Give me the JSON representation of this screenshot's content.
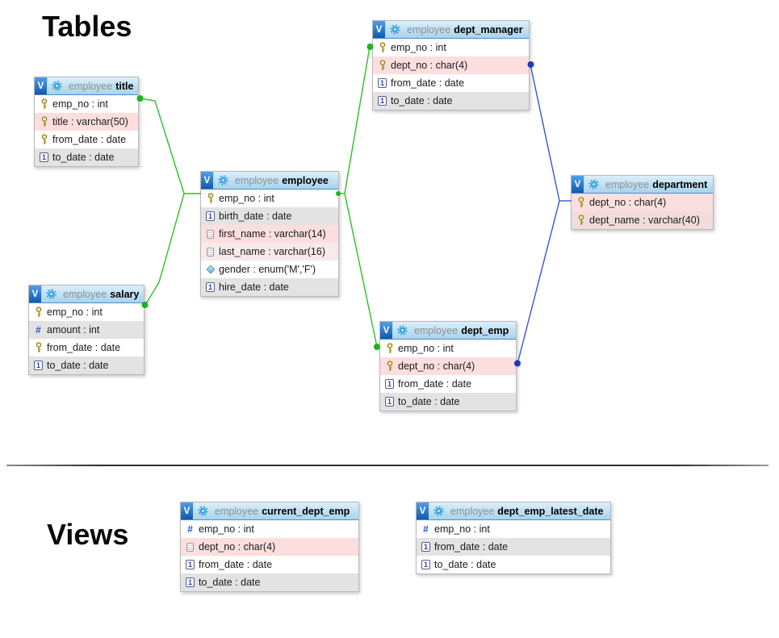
{
  "page": {
    "tables_heading": "Tables",
    "views_heading": "Views"
  },
  "icons": {
    "v_badge": "V",
    "date_box": "1",
    "hash": "#"
  },
  "colors": {
    "relationship_green": "#2fbe2f",
    "relationship_blue": "#3d55c6",
    "header_blue": "#b9dcf2",
    "row_gray": "#e3e3e3",
    "row_pink": "#fcdede"
  },
  "tables": [
    {
      "schema": "employee",
      "name": "title",
      "columns": [
        {
          "label": "emp_no : int",
          "icon": "key"
        },
        {
          "label": "title : varchar(50)",
          "icon": "key"
        },
        {
          "label": "from_date : date",
          "icon": "key"
        },
        {
          "label": "to_date : date",
          "icon": "date"
        }
      ]
    },
    {
      "schema": "employee",
      "name": "employee",
      "columns": [
        {
          "label": "emp_no : int",
          "icon": "key"
        },
        {
          "label": "birth_date : date",
          "icon": "date"
        },
        {
          "label": "first_name : varchar(14)",
          "icon": "text"
        },
        {
          "label": "last_name : varchar(16)",
          "icon": "text"
        },
        {
          "label": "gender : enum('M','F')",
          "icon": "enum"
        },
        {
          "label": "hire_date : date",
          "icon": "date"
        }
      ]
    },
    {
      "schema": "employee",
      "name": "salary",
      "columns": [
        {
          "label": "emp_no : int",
          "icon": "key"
        },
        {
          "label": "amount : int",
          "icon": "hash"
        },
        {
          "label": "from_date : date",
          "icon": "key"
        },
        {
          "label": "to_date : date",
          "icon": "date"
        }
      ]
    },
    {
      "schema": "employee",
      "name": "dept_manager",
      "columns": [
        {
          "label": "emp_no : int",
          "icon": "key"
        },
        {
          "label": "dept_no : char(4)",
          "icon": "key"
        },
        {
          "label": "from_date : date",
          "icon": "date"
        },
        {
          "label": "to_date : date",
          "icon": "date"
        }
      ]
    },
    {
      "schema": "employee",
      "name": "department",
      "columns": [
        {
          "label": "dept_no : char(4)",
          "icon": "key"
        },
        {
          "label": "dept_name : varchar(40)",
          "icon": "key"
        }
      ]
    },
    {
      "schema": "employee",
      "name": "dept_emp",
      "columns": [
        {
          "label": "emp_no : int",
          "icon": "key"
        },
        {
          "label": "dept_no : char(4)",
          "icon": "key"
        },
        {
          "label": "from_date : date",
          "icon": "date"
        },
        {
          "label": "to_date : date",
          "icon": "date"
        }
      ]
    }
  ],
  "views": [
    {
      "schema": "employee",
      "name": "current_dept_emp",
      "columns": [
        {
          "label": "emp_no : int",
          "icon": "hash"
        },
        {
          "label": "dept_no : char(4)",
          "icon": "text"
        },
        {
          "label": "from_date : date",
          "icon": "date"
        },
        {
          "label": "to_date : date",
          "icon": "date"
        }
      ]
    },
    {
      "schema": "employee",
      "name": "dept_emp_latest_date",
      "columns": [
        {
          "label": "emp_no : int",
          "icon": "hash"
        },
        {
          "label": "from_date : date",
          "icon": "date"
        },
        {
          "label": "to_date : date",
          "icon": "date"
        }
      ]
    }
  ],
  "relationships": [
    {
      "from": "title",
      "to": "employee",
      "color": "green"
    },
    {
      "from": "salary",
      "to": "employee",
      "color": "green"
    },
    {
      "from": "employee",
      "to": "dept_manager",
      "color": "green"
    },
    {
      "from": "employee",
      "to": "dept_emp",
      "color": "green"
    },
    {
      "from": "dept_manager",
      "to": "department",
      "color": "blue"
    },
    {
      "from": "dept_emp",
      "to": "department",
      "color": "blue"
    }
  ]
}
